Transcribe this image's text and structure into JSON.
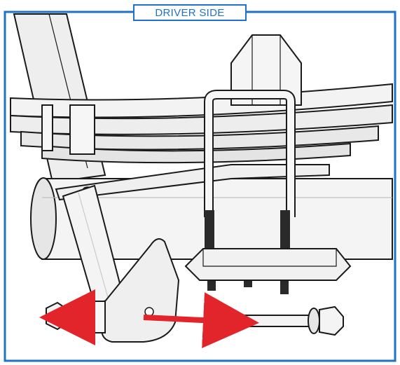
{
  "header": {
    "label": "DRIVER SIDE"
  },
  "colors": {
    "frame_blue": "#1e73c9",
    "arrow_red": "#e1252b",
    "outline": "#1a1a1a",
    "part_fill": "#f2f2f2",
    "shadow_fill": "#d9d9d9"
  },
  "illustration": {
    "parts": [
      "leaf-spring",
      "u-bolt",
      "bump-stop",
      "axle-tube",
      "spring-plate",
      "shock-absorber",
      "shackle-bracket",
      "flange-nut",
      "mounting-bolt"
    ],
    "arrows": [
      "nut-direction-arrow",
      "bolt-direction-arrow"
    ]
  }
}
